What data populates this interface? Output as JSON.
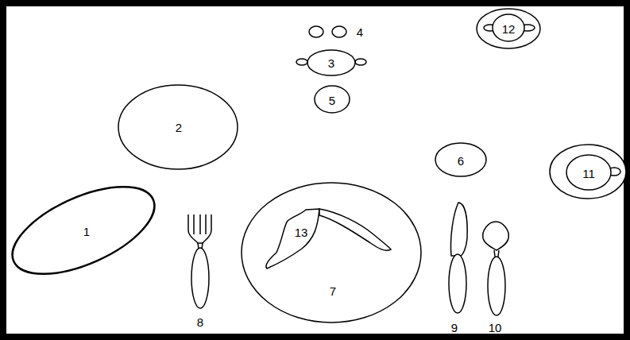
{
  "diagram": {
    "nodes": [
      {
        "text": [
          "12"
        ]
      },
      {
        "text": [
          "3"
        ]
      },
      {
        "text": [
          "5"
        ]
      },
      {
        "text": [
          "2"
        ]
      },
      {
        "text": [
          "6"
        ]
      },
      {
        "text": [
          "11"
        ]
      },
      {
        "text": [
          "1"
        ]
      },
      {
        "text": [
          "7"
        ]
      },
      {
        "text": [
          "13"
        ],
        "in": 7
      }
    ],
    "labels": [
      "4",
      "8",
      "9",
      "10"
    ]
  }
}
